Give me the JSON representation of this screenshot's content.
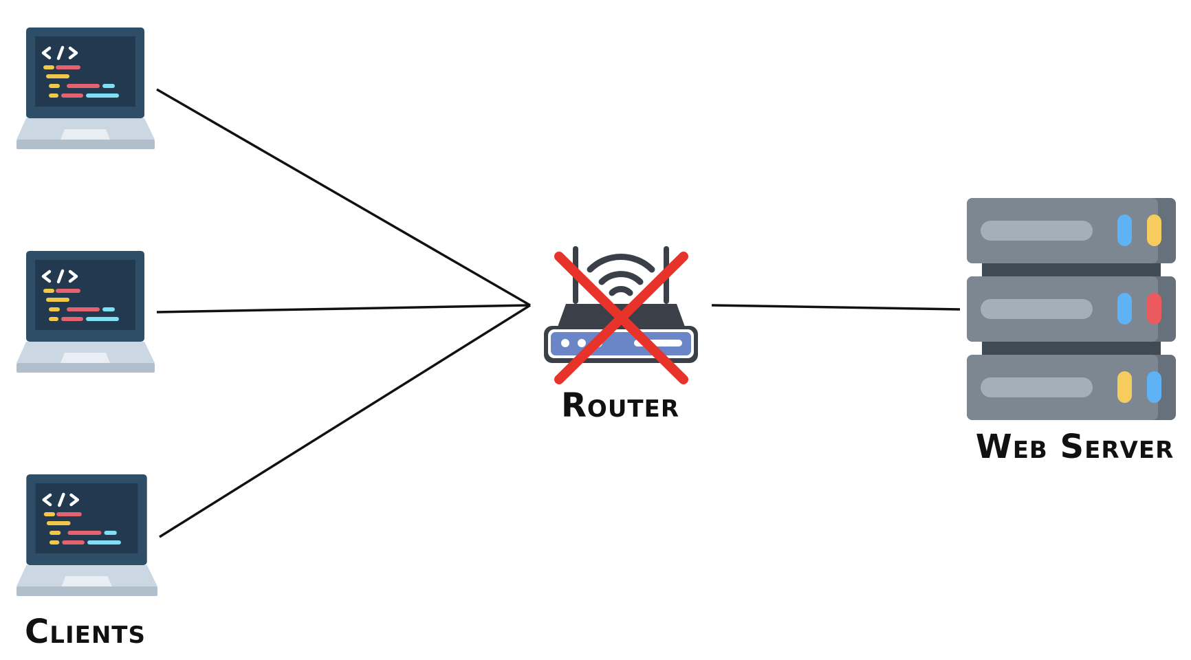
{
  "labels": {
    "clients": "Clients",
    "router": "Router",
    "server": "Web Server"
  },
  "nodes": {
    "clients": [
      "laptop-icon",
      "laptop-icon",
      "laptop-icon"
    ],
    "router": {
      "icon": "wifi-router-icon",
      "status": "failed",
      "status_marker": "cross-icon"
    },
    "server": {
      "icon": "server-rack-icon",
      "units": 3
    }
  },
  "connections": [
    {
      "from": "client-1",
      "to": "router"
    },
    {
      "from": "client-2",
      "to": "router"
    },
    {
      "from": "client-3",
      "to": "router"
    },
    {
      "from": "router",
      "to": "server"
    }
  ],
  "colors": {
    "line": "#111111",
    "laptop_body": "#2e4d66",
    "laptop_screen": "#22394f",
    "laptop_base": "#cbd7e3",
    "laptop_base_shadow": "#b1bfcc",
    "code_white": "#ffffff",
    "code_yellow": "#f2c84b",
    "code_red": "#e4636f",
    "code_cyan": "#7fe0f3",
    "router_body": "#3b4048",
    "router_panel": "#6b86c6",
    "cross": "#e8332a",
    "server_unit": "#7c8791",
    "server_unit_edge": "#66717b",
    "server_connector": "#3f4a52",
    "server_bar": "#a5afb8",
    "led_blue": "#5fb2f4",
    "led_yellow": "#f6cc5e",
    "led_red": "#eb5a5e"
  }
}
